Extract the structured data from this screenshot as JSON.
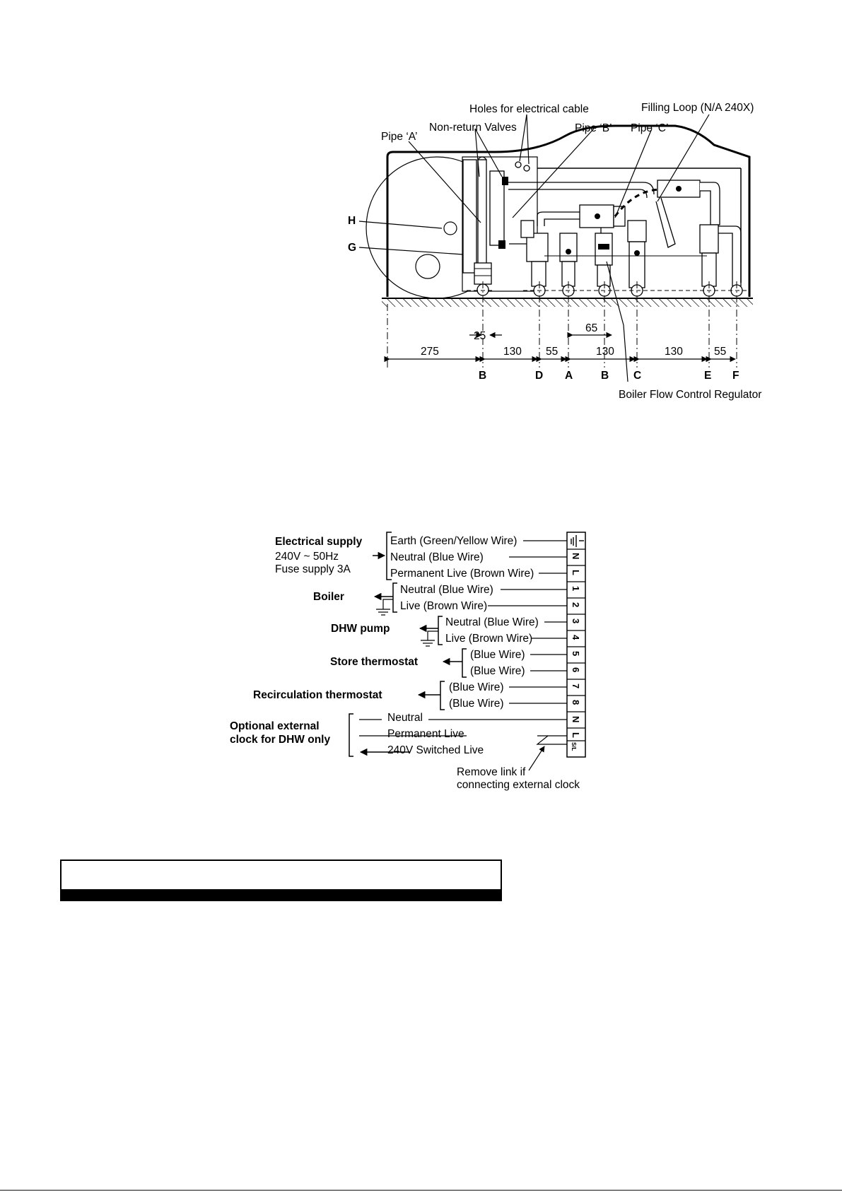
{
  "pipe_diagram": {
    "labels": {
      "holes": "Holes for electrical cable",
      "filling_loop": "Filling Loop (N/A 240X)",
      "non_return": "Non-return Valves",
      "pipe_a": "Pipe ‘A’",
      "pipe_b": "Pipe ‘B’",
      "pipe_c": "Pipe ‘C’",
      "h": "H",
      "g": "G",
      "regulator": "Boiler Flow Control Regulator"
    },
    "dimensions": [
      "275",
      "130",
      "55",
      "130",
      "130",
      "55"
    ],
    "dim_25": "25",
    "dim_65": "65",
    "pipe_letters": [
      "B",
      "D",
      "A",
      "B",
      "C",
      "E",
      "F"
    ]
  },
  "wiring_diagram": {
    "supply": {
      "title": "Electrical supply",
      "line2": "240V ~ 50Hz",
      "line3": "Fuse supply 3A",
      "wires": [
        "Earth (Green/Yellow Wire)",
        "Neutral (Blue Wire)",
        "Permanent Live (Brown Wire)"
      ]
    },
    "boiler": {
      "title": "Boiler",
      "wires": [
        "Neutral (Blue Wire)",
        "Live (Brown Wire)"
      ]
    },
    "dhw_pump": {
      "title": "DHW pump",
      "wires": [
        "Neutral (Blue Wire)",
        "Live (Brown Wire)"
      ]
    },
    "store_thermostat": {
      "title": "Store thermostat",
      "wires": [
        "(Blue Wire)",
        "(Blue Wire)"
      ]
    },
    "recirc_thermostat": {
      "title": "Recirculation  thermostat",
      "wires": [
        "(Blue Wire)",
        "(Blue Wire)"
      ]
    },
    "external_clock": {
      "title_line1": "Optional external",
      "title_line2": "clock for DHW only",
      "wires": [
        "Neutral",
        "Permanent Live",
        "240V Switched Live"
      ]
    },
    "terminals": [
      "N",
      "L",
      "1",
      "2",
      "3",
      "4",
      "5",
      "6",
      "7",
      "8",
      "N",
      "L",
      "S/L"
    ],
    "note_line1": "Remove link if",
    "note_line2": "connecting external clock"
  },
  "section_banner": {
    "title": ""
  }
}
